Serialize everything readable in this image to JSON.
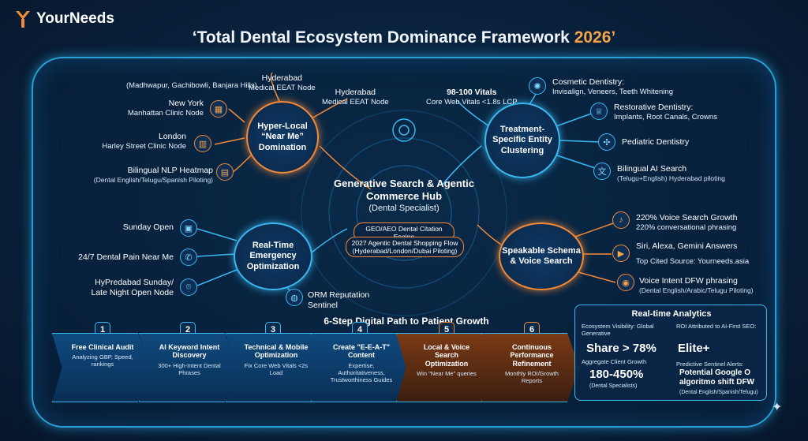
{
  "brand": {
    "name": "YourNeeds"
  },
  "title": {
    "main": "‘Total Dental Ecosystem Dominance Framework",
    "year": "2026’"
  },
  "center": {
    "title": "Generative Search & Agentic Commerce Hub",
    "subtitle": "(Dental Specialist)",
    "pill1": "GEO/AEO Dental Citation Engine",
    "pill2_line1": "2027 Agentic Dental Shopping Flow",
    "pill2_line2": "(Hyderabad/London/Dubai Piloting)"
  },
  "hubs": {
    "local": "Hyper-Local “Near Me” Domination",
    "treatment": "Treatment-Specific Entity Clustering",
    "emergency": "Real-Time Emergency Optimization",
    "voice": "Speakable Schema & Voice Search"
  },
  "local_nodes": {
    "hyd1_title": "Hyderabad",
    "hyd1_sub": "Medical EEAT Node",
    "hyd1_areas": "(Madhwapur, Gachibowli, Banjara Hills)",
    "hyd2_title": "Hyderabad",
    "hyd2_sub": "Medical EEAT Node",
    "ny_title": "New York",
    "ny_sub": "Manhattan Clinic Node",
    "ldn_title": "London",
    "ldn_sub": "Harley Street Clinic Node",
    "nlp_title": "Bilingual NLP Heatmap",
    "nlp_sub": "(Dental English/Telugu/Spanish Piloting)"
  },
  "vitals": {
    "title": "98-100 Vitals",
    "sub": "Core Web Vitals <1.8s LCP"
  },
  "treatment_nodes": {
    "cos_title": "Cosmetic Dentistry:",
    "cos_sub": "Invisalign, Veneers, Teeth Whitening",
    "res_title": "Restorative Dentistry:",
    "res_sub": "Implants, Root Canals, Crowns",
    "ped_title": "Pediatric Dentistry",
    "ai_title": "Bilingual AI Search",
    "ai_sub": "(Telugu+English) Hyderabad piloting"
  },
  "emergency_nodes": {
    "sunday": "Sunday Open",
    "pain": "24/7 Dental Pain Near Me",
    "late1": "HyPredabad Sunday/",
    "late2": "Late Night Open Node",
    "orm1": "ORM Reputation",
    "orm2": "Sentinel"
  },
  "voice_nodes": {
    "growth_title": "220% Voice Search Growth",
    "growth_sub": "220% conversational phrasing",
    "siri_title": "Siri, Alexa, Gemini Answers",
    "siri_sub": "Top Cited Source: Yourneeds.asia",
    "dfw_title": "Voice Intent DFW phrasing",
    "dfw_sub": "(Dental English/Arabic/Telugu Piloting)"
  },
  "steps_title": "6-Step Digital Path to Patient Growth",
  "steps": [
    {
      "num": "1",
      "title": "Free Clinical Audit",
      "desc": "Analyzing GBP, Speed, rankings"
    },
    {
      "num": "2",
      "title": "AI Keyword Intent Discovery",
      "desc": "300+ High-Intent Dental Phrases"
    },
    {
      "num": "3",
      "title": "Technical & Mobile Optimization",
      "desc": "Fix Core Web Vitals <2s Load"
    },
    {
      "num": "4",
      "title": "Create \"E-E-A-T\" Content",
      "desc": "Expertise, Authoritativeness, Trustworthiness Guides"
    },
    {
      "num": "5",
      "title": "Local & Voice Search Optimization",
      "desc": "Win \"Near Me\" queries"
    },
    {
      "num": "6",
      "title": "Continuous Performance Refinement",
      "desc": "Monthly ROI/Growth Reports"
    }
  ],
  "analytics": {
    "title": "Real-time Analytics",
    "vis_label": "Ecosystem Visibility: Global Generative",
    "vis_value": "Share > 78%",
    "roi_label": "ROI Attributed to AI-First SEO:",
    "roi_value": "Elite+",
    "growth_label": "Aggregate Client Growth",
    "growth_value": "180-450%",
    "growth_note": "(Dental Specialists)",
    "alert_label": "Predictive Sentinel Alerts:",
    "alert_value": "Potential Google O algoritmo shift DFW",
    "alert_note": "(Dental English/Spanish/Telugu)"
  },
  "colors": {
    "accent": "#3bb8f0",
    "orange": "#f28a3a",
    "bg": "#0a2440"
  }
}
